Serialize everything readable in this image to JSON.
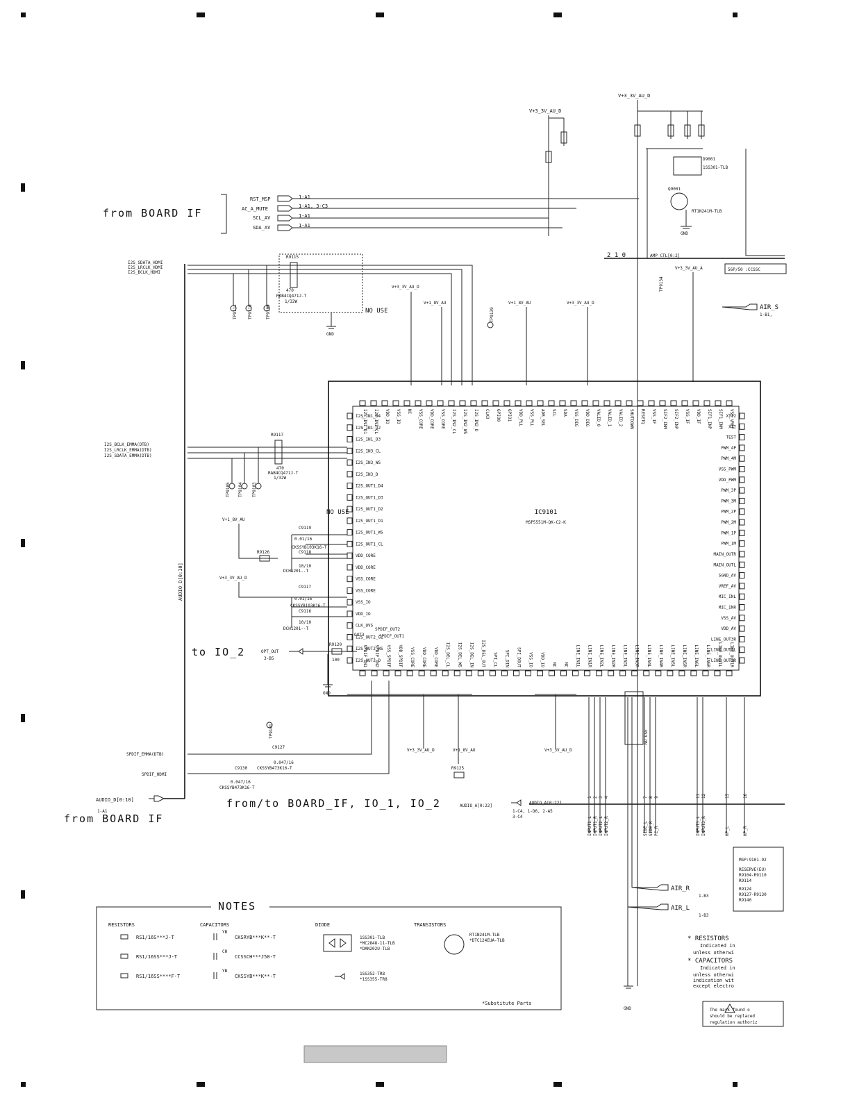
{
  "supplies": {
    "v33_au_d": "V+3_3V_AU_D",
    "v33_au_a": "V+3_3V_AU_A",
    "v18_au": "V+1_8V_AU",
    "gnd": "GND"
  },
  "headers": {
    "from_board_if": "from BOARD IF",
    "to_io2": "to IO_2",
    "from_to_board": "from/to BOARD_IF, IO_1, IO_2"
  },
  "control_signals": [
    {
      "name": "RST_MSP",
      "ref": "1-A1"
    },
    {
      "name": "AC_A_MUTE",
      "ref": "1-A1, 3-C3"
    },
    {
      "name": "SCL_AV",
      "ref": "1-A1"
    },
    {
      "name": "SDA_AV",
      "ref": "1-A1"
    }
  ],
  "i2s_hdmi": [
    "I2S_SDATA_HDMI",
    "I2S_LRCLK_HDMI",
    "I2S_BCLK_HDMI"
  ],
  "i2s_emma": [
    "I2S_BCLK_EMMA(DTB)",
    "I2S_LRCLK_EMMA(DTB)",
    "I2S_SDATA_EMMA(DTB)"
  ],
  "misc_labels": {
    "rb9115": "R9115",
    "rb9115_part": "RAB4CQ471J-T",
    "rb9115_val": "470",
    "rb9115_w": "1/32W",
    "rb9117": "R9117",
    "rb9117_part": "RAB4CQ471J-T",
    "rb9117_val": "470",
    "rb9117_w": "1/32W",
    "no_use": "NO USE",
    "no_use2": "NO USE",
    "no_use3": "NO USE",
    "amp_ctl": "AMP CTL[0:2]",
    "amp_bits": "2 1 0",
    "d9001": "D9001",
    "d9001_part": "1SS301-TLB",
    "q9001": "Q9001",
    "q9001_part": "RT1N241M-TLB",
    "conn_56p": "56P/50 :CCSSC",
    "air_s": "AIR_S",
    "air_s_ref": "1-B1,",
    "audio_d_bus": "AUDIO_D[0:10]",
    "audio_d_ref": "1-A1",
    "audio_a_bus": "AUDIO_A[0:22]",
    "audio_a_ref1": "1-C4, 1-D6, 2-A5",
    "audio_a_ref2": "3-C4",
    "opt_out": "OPT_OUT",
    "opt_out_ref": "3-B5",
    "spdif_emma": "SPDIF_EMMA(DTB)",
    "spdif_hdmi": "SPDIF_HDMI",
    "ic_name": "IC9101",
    "ic_part": "MSP5551M-QK-C2-K",
    "r9120": "R9120",
    "r9120_v": "100",
    "r9125": "R9125",
    "r9126": "R9126",
    "c9119": "C9119",
    "c9118": "C9118",
    "c9117": "C9117",
    "c9116": "C9116",
    "c9127": "C9127",
    "c9130": "C9130",
    "cap_part_a": "CKSSYB103K16-T",
    "cap_part_b": "DCH1201--T",
    "cap_part_c": "CKSSYB473K16-T",
    "cap_val_a": "0.01/16",
    "cap_val_b": "10/10",
    "cap_val_c": "0.047/16",
    "tp9111": "TP9111",
    "tp9110": "TP9110",
    "tp9109": "TP9109",
    "tp9105": "TP9105",
    "tp9104": "TP9104",
    "tp9103": "TP9103",
    "tp9101": "TP9101",
    "tp9139": "TP9139",
    "tp9134": "TP9134",
    "air_r": "AIR_R",
    "air_l": "AIR_L",
    "air_ref": "1-B3"
  },
  "bottom_signals": [
    {
      "name": "INPUT1_L",
      "num": "1"
    },
    {
      "name": "INPUT1_R",
      "num": "2"
    },
    {
      "name": "INPUT2_L",
      "num": "3"
    },
    {
      "name": "INPUT2_R",
      "num": "4"
    },
    {
      "name": "SIDE_L",
      "num": "7"
    },
    {
      "name": "SIDE_R",
      "num": "8"
    },
    {
      "name": "PC_R",
      "num": "9"
    },
    {
      "name": "INPUT3_L",
      "num": "11"
    },
    {
      "name": "INPUT3_R",
      "num": "12"
    },
    {
      "name": "HP_L",
      "num": "15"
    },
    {
      "name": "HP_R",
      "num": "16"
    }
  ],
  "ic_top_pins": [
    "I2S_IN1_D1",
    "I2S_IN1_CL",
    "VDD_IO",
    "VSS_IO",
    "NC",
    "VSS_CORE",
    "VDD_CORE",
    "VSS_CORE",
    "I2S_IN2_CL",
    "I2S_IN2_WS",
    "I2S_IN2_D",
    "CLKO",
    "GPIO0",
    "GPIO1",
    "VDD_PLL",
    "VSS_PLL",
    "ADR_SEL",
    "SCL",
    "SDA",
    "VSS_DIG",
    "VDD_DIG",
    "VALID_0",
    "VALID_1",
    "VALID_2",
    "SHUTDOWN",
    "RESETQ",
    "VSS_IF",
    "SIF2_INM",
    "SIF2_INP",
    "VSS_IF",
    "VDD_IF",
    "SIF1_INP",
    "SIF1_INM",
    "VSS_VREF"
  ],
  "ic_left_pins": [
    "I2S_IN1_D4",
    "I2S_IN1_D2",
    "I2S_IN1_D3",
    "I2S_IN3_CL",
    "I2S_IN3_WS",
    "I2S_IN3_D",
    "I2S_OUT1_D4",
    "I2S_OUT1_D3",
    "I2S_OUT1_D2",
    "I2S_OUT1_D1",
    "I2S_OUT1_WS",
    "I2S_OUT1_CL",
    "VDD_CORE",
    "VDD_CORE",
    "VSS_CORE",
    "VSS_CORE",
    "VSS_IO",
    "VDD_IO",
    "CLK_OVS",
    "I2S_OUT2_CL",
    "I2S_OUT2_WS",
    "I2S_OUT2_D"
  ],
  "ic_right_pins": [
    "XTI2",
    "XTI",
    "TEST",
    "PWM_4P",
    "PWM_4M",
    "VSS_PWM",
    "VDD_PWM",
    "PWM_3P",
    "PWM_3M",
    "PWM_2P",
    "PWM_2M",
    "PWM_1P",
    "PWM_1M",
    "MAIN_OUTR",
    "MAIN_OUTL",
    "SGND_AV",
    "VREF_AV",
    "MIC_INL",
    "MIC_INR",
    "VSS_AV",
    "VDD_AV",
    "LINE_OUT3R",
    "LINE_OUT3L",
    "LINE_OUT2R"
  ],
  "ic_bottom_pins": [
    "SPDIF_IN1",
    "SPDIF_IN2",
    "VSS_SPDIF",
    "VDD_SPDIF",
    "VSS_CORE",
    "VDD_CORE",
    "VDD_CORE",
    "I2S_DEL_CL",
    "I2S_DEL_WS",
    "I2S_DEL_IN",
    "I2S_DEL_OUT",
    "SPI_CL",
    "SPI_DIN",
    "SPI_DOUT",
    "VSS_IO",
    "VDD_IO",
    "NC",
    "NC",
    "LINE_IN1L",
    "LINE_IN1R",
    "LINE_IN2L",
    "LINE_IN2R",
    "LINE_IN3L",
    "LINE_IN3R",
    "LINE_IN4L",
    "LINE_IN4R",
    "LINE_IN5L",
    "LINE_IN5R",
    "LINE_IN6L",
    "LINE_IN6R",
    "LINE_OUT1L",
    "LINE_OUT1R"
  ],
  "spdif_notes": [
    "SPDIF_OUT2",
    "SPDIF_OUT1",
    "OUT3"
  ],
  "notes": {
    "title": "NOTES",
    "resistors_hdr": "RESISTORS",
    "capacitors_hdr": "CAPACITORS",
    "diode_hdr": "DIODE",
    "transistors_hdr": "TRANSISTORS",
    "res": [
      "RS1/16S***J-T",
      "RS1/16SS***J-T",
      "RS1/16SS****F-T"
    ],
    "cap": [
      "CKSRYB***K**-T",
      "CCSSCH***J50-T",
      "CKSSYB***K**-T"
    ],
    "cap_tags": [
      "YB",
      "CH",
      "YB"
    ],
    "diode1": [
      "1SS301-TLB",
      "*MC2848-11-TLB",
      "*DAN202U-TLB"
    ],
    "diode2": [
      "1SS352-TR8",
      "*1SS355-TR8"
    ],
    "trans": [
      "RT1N241M-TLB",
      "*DTC124EUA-TLB"
    ],
    "substitute": "*Substitute Parts"
  },
  "right_notes": {
    "msp_title": "MSP:9101-92",
    "reserve": "RESERVE(EU)",
    "r1": "R9104-R9110",
    "r2": "R9114",
    "r3": "R9124",
    "r4": "R9127-R9130",
    "r5": "R9140",
    "res_hdr": "* RESISTORS",
    "res_l1": "Indicated in",
    "res_l2": "unless otherwi",
    "cap_hdr": "* CAPACITORS",
    "cap_l1": "Indicated in",
    "cap_l2": "unless otherwi",
    "cap_l3": "indication wit",
    "cap_l4": "except electro",
    "warn_l1": "The   mark found o",
    "warn_l2": "should be replaced",
    "warn_l3": "regulation authoriz"
  }
}
